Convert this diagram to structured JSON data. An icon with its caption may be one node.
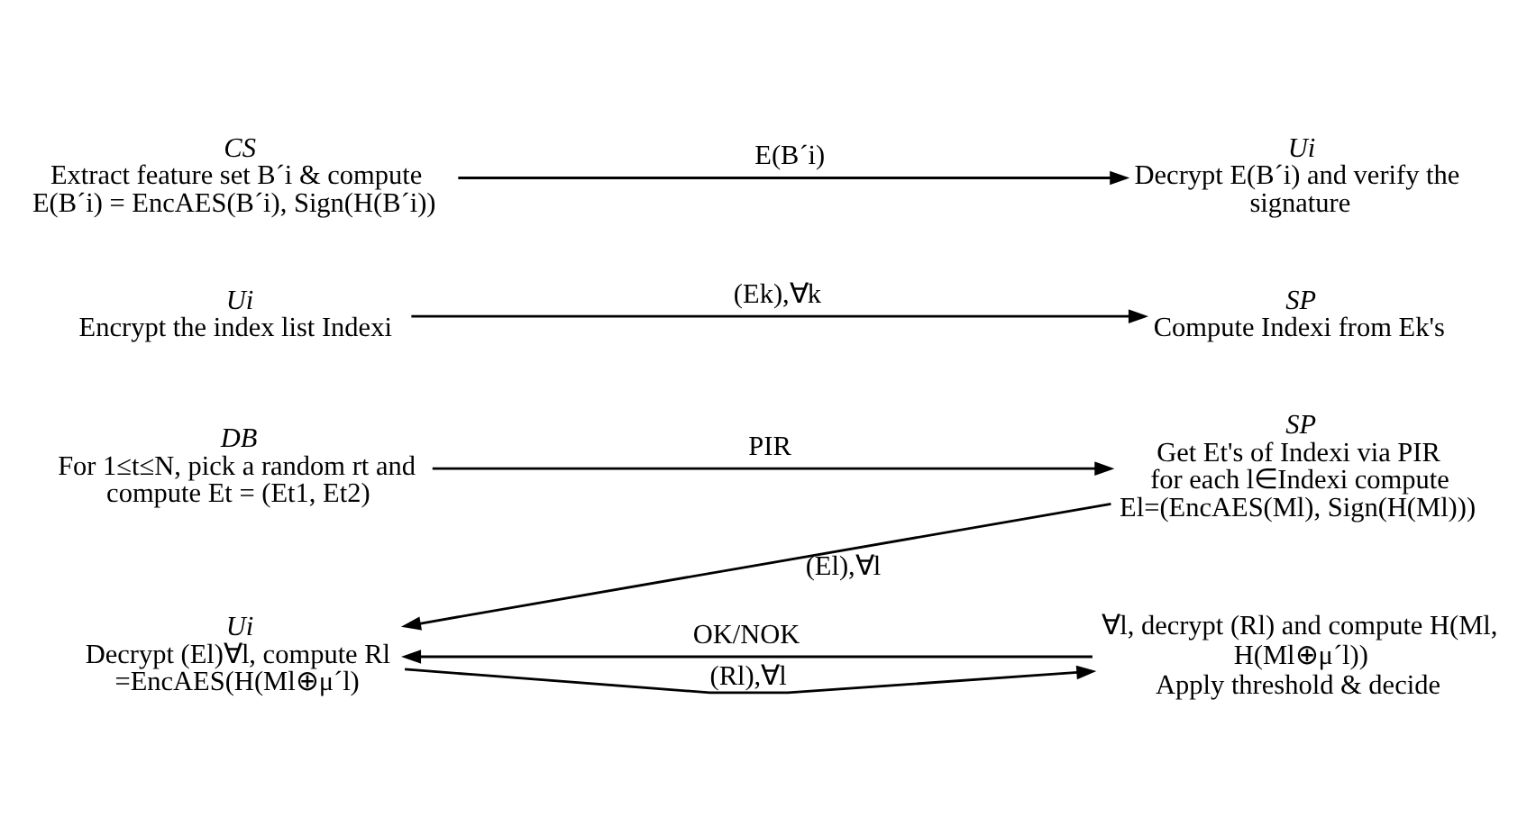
{
  "diagram": {
    "nodes": [
      {
        "text": [
          "CS",
          "Extract feature set B´i & compute E(B´i) = EncAES(B´i), Sign(H(B´i))"
        ]
      },
      {
        "text": [
          "Ui",
          "Decrypt E(B´i) and verify the signature"
        ]
      },
      {
        "text": [
          "Ui",
          "Encrypt the index list Indexi"
        ]
      },
      {
        "text": [
          "SP",
          "Compute Indexi from Ek's"
        ]
      },
      {
        "text": [
          "DB",
          "For 1≤t≤N, pick a random rt and compute Et = (Et1, Et2)"
        ]
      },
      {
        "text": [
          "SP",
          "Get Et's of Indexi via PIR",
          "for each l∈Indexi compute El=(EncAES(Ml), Sign(H(Ml)))"
        ]
      },
      {
        "text": [
          "Ui",
          "Decrypt (El)∀l, compute Rl =EncAES(H(Ml⊕μ´l)"
        ]
      },
      {
        "text": [
          "∀l, decrypt (Rl) and compute H(Ml, H(Ml⊕μ´l))",
          "Apply threshold & decide"
        ]
      }
    ],
    "edges": [
      {
        "from": 0,
        "to": 1,
        "arrow": "to",
        "label": "E(B´i)"
      },
      {
        "from": 2,
        "to": 3,
        "arrow": "to",
        "label": "(Ek),∀k"
      },
      {
        "from": 4,
        "to": 5,
        "arrow": "to",
        "label": "PIR"
      },
      {
        "from": 5,
        "to": 6,
        "arrow": "to",
        "label": "(El),∀l"
      },
      {
        "from": 6,
        "to": 7,
        "arrow": "to",
        "label": "(Rl),∀l"
      },
      {
        "from": 7,
        "to": 6,
        "arrow": "to",
        "label": "OK/NOK"
      }
    ]
  }
}
